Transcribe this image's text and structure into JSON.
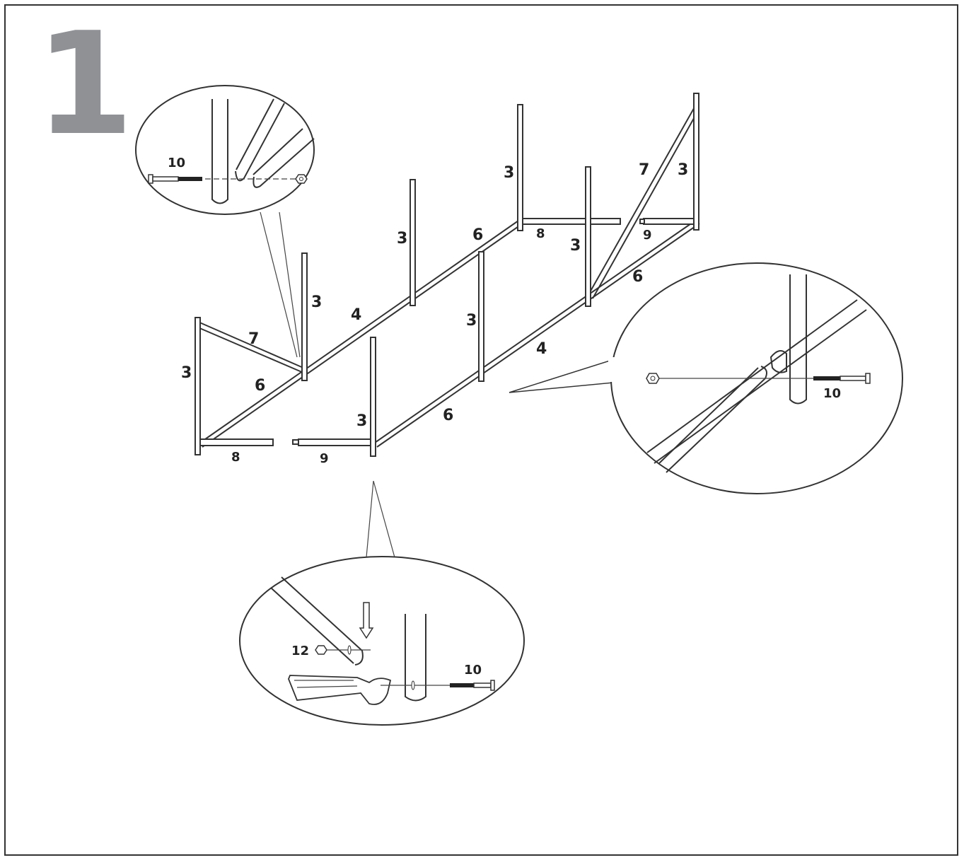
{
  "step": {
    "number": "1"
  },
  "colors": {
    "frame": "#333333",
    "step_number": "#8f9195",
    "line": "#333333",
    "bolt_thread": "#222222"
  },
  "labels": {
    "main": {
      "post_front_left": "3",
      "brace_left": "7",
      "rail_left_side": "6",
      "post_mid_left": "3",
      "rail_back_left": "4",
      "post_back_mid": "3",
      "rail_back_right": "6",
      "post_back_right": "3",
      "post_front_mid": "3",
      "post_center": "3",
      "rail_front_mid": "4",
      "rail_front_left": "6",
      "post_right_mid": "3",
      "brace_right": "7",
      "post_right_end": "3",
      "rail_right_side": "6",
      "base_bar_8_left": "8",
      "base_bar_9_left": "9",
      "base_bar_8_right": "8",
      "base_bar_9_right": "9"
    },
    "detail_top_left": {
      "bolt": "10"
    },
    "detail_right": {
      "bolt": "10"
    },
    "detail_bottom": {
      "nut": "12",
      "bolt": "10"
    }
  }
}
